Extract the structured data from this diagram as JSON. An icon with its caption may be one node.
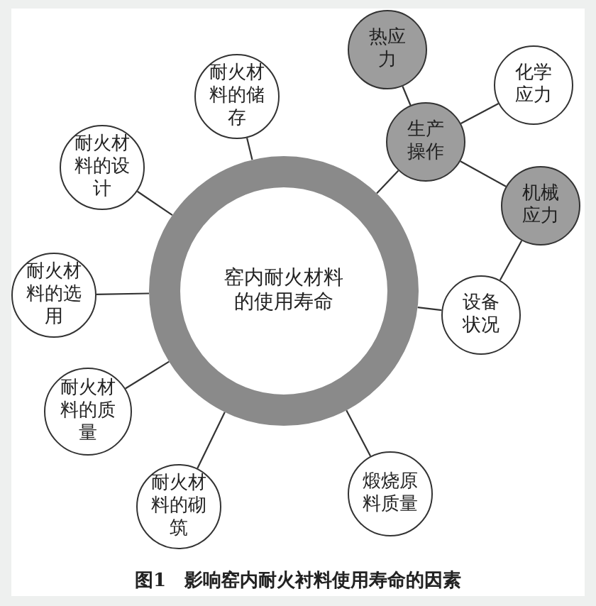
{
  "diagram": {
    "caption": "图1　影响窑内耐火衬料使用寿命的因素",
    "nodes": [
      {
        "text": [
          "窑内耐火材料的使用寿命"
        ]
      },
      {
        "text": [
          "耐火材料的储存"
        ]
      },
      {
        "text": [
          "耐火材料的设计"
        ]
      },
      {
        "text": [
          "耐火材料的选用"
        ]
      },
      {
        "text": [
          "耐火材料的质量"
        ]
      },
      {
        "text": [
          "耐火材料的砌筑"
        ]
      },
      {
        "text": [
          "煅烧原料质量"
        ]
      },
      {
        "text": [
          "设备状况"
        ]
      },
      {
        "text": [
          "生产操作"
        ]
      },
      {
        "text": [
          "热应力"
        ]
      },
      {
        "text": [
          "化学应力"
        ]
      },
      {
        "text": [
          "机械应力"
        ]
      }
    ],
    "edges": [
      {
        "from": 0,
        "to": 1,
        "arrow": "none"
      },
      {
        "from": 0,
        "to": 2,
        "arrow": "none"
      },
      {
        "from": 0,
        "to": 3,
        "arrow": "none"
      },
      {
        "from": 0,
        "to": 4,
        "arrow": "none"
      },
      {
        "from": 0,
        "to": 5,
        "arrow": "none"
      },
      {
        "from": 0,
        "to": 6,
        "arrow": "none"
      },
      {
        "from": 0,
        "to": 7,
        "arrow": "none"
      },
      {
        "from": 0,
        "to": 8,
        "arrow": "none"
      },
      {
        "from": 8,
        "to": 9,
        "arrow": "none"
      },
      {
        "from": 8,
        "to": 10,
        "arrow": "none"
      },
      {
        "from": 8,
        "to": 11,
        "arrow": "none"
      },
      {
        "from": 11,
        "to": 7,
        "arrow": "none"
      }
    ]
  }
}
